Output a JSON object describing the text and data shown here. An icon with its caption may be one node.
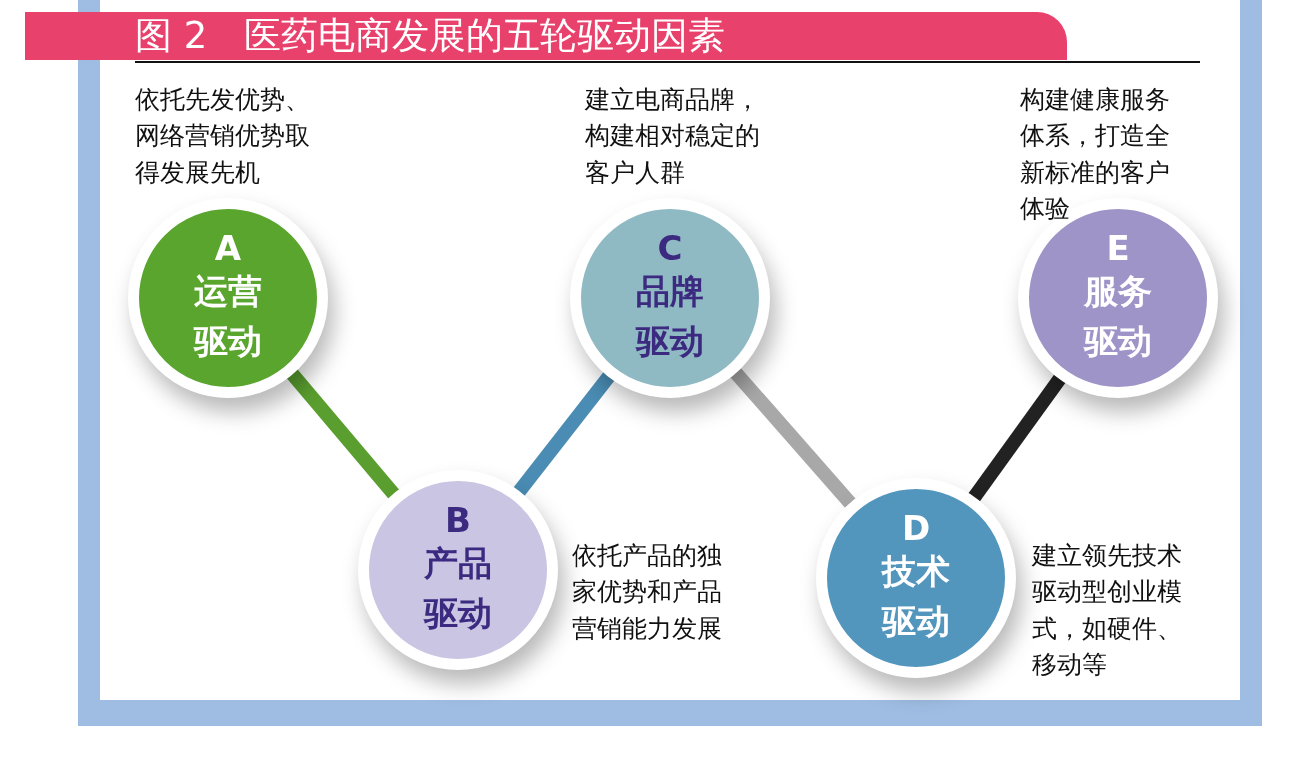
{
  "diagram": {
    "title": "图 2　医药电商发展的五轮驱动因素",
    "nodes": [
      {
        "text": [
          "A",
          "运营驱动"
        ],
        "beside": [
          "依托先发优势、网络营销优势取得发展先机"
        ]
      },
      {
        "text": [
          "B",
          "产品驱动"
        ],
        "beside": [
          "依托产品的独家优势和产品营销能力发展"
        ]
      },
      {
        "text": [
          "C",
          "品牌驱动"
        ],
        "beside": [
          "建立电商品牌，构建相对稳定的客户人群"
        ]
      },
      {
        "text": [
          "D",
          "技术驱动"
        ],
        "beside": [
          "建立领先技术驱动型创业模式，如硬件、移动等"
        ]
      },
      {
        "text": [
          "E",
          "服务驱动"
        ],
        "beside": [
          "构建健康服务体系，打造全新标准的客户体验"
        ]
      }
    ],
    "edges": [
      {
        "from": 0,
        "to": 1,
        "arrow": "none",
        "color": "#5a9e2f"
      },
      {
        "from": 1,
        "to": 2,
        "arrow": "none",
        "color": "#4a8cb4"
      },
      {
        "from": 2,
        "to": 3,
        "arrow": "none",
        "color": "#a8a8a8"
      },
      {
        "from": 3,
        "to": 4,
        "arrow": "none",
        "color": "#222222"
      }
    ]
  }
}
